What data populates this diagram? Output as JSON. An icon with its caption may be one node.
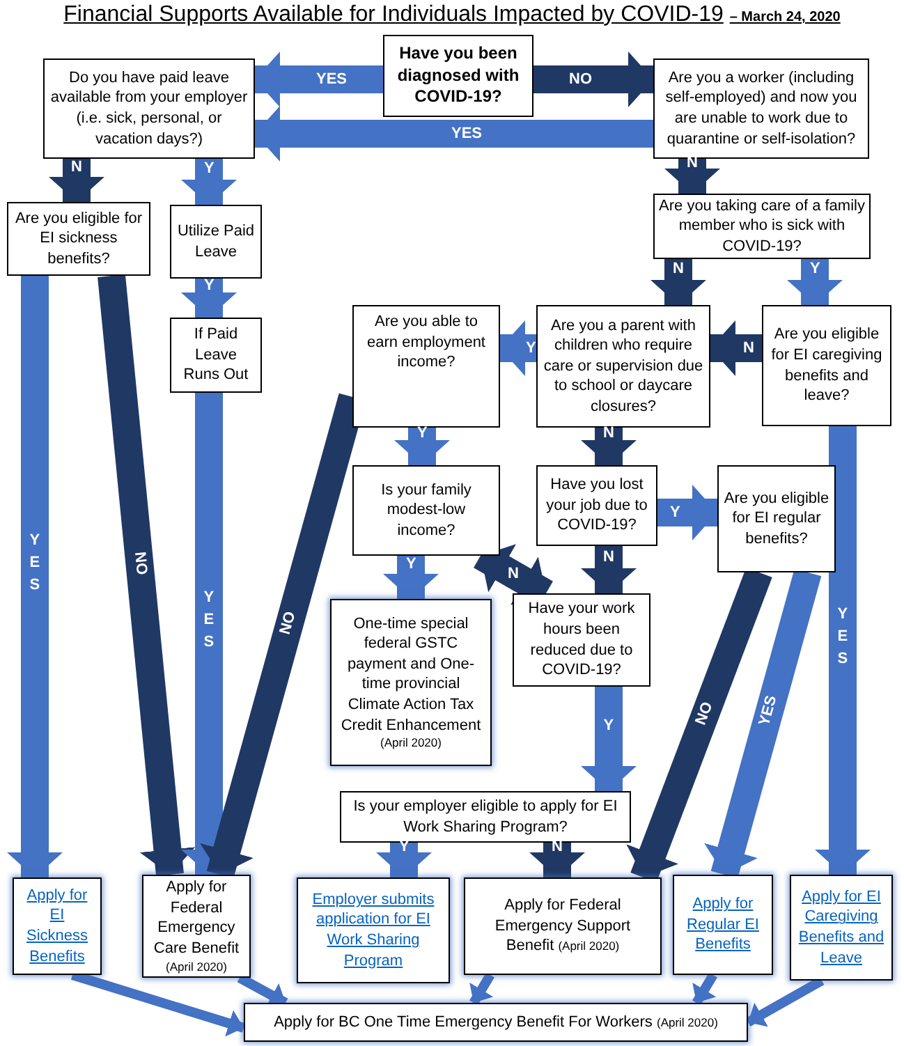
{
  "diagram": {
    "title": "Financial Supports Available for Individuals Impacted by COVID-19",
    "nodes": [
      {
        "text": [
          "Have you been diagnosed with COVID-19?"
        ]
      },
      {
        "text": [
          "Do you have paid leave available from your employer (i.e. sick, personal, or vacation days?)"
        ]
      },
      {
        "text": [
          "Are you a worker (including self-employed) and now you are unable to work due to quarantine or self-isolation?"
        ]
      },
      {
        "text": [
          "Are you eligible for EI sickness benefits?"
        ]
      },
      {
        "text": [
          "Utilize Paid Leave"
        ]
      },
      {
        "text": [
          "If Paid Leave Runs Out"
        ]
      },
      {
        "text": [
          "Are you taking care of a family member who is sick with COVID-19?"
        ]
      },
      {
        "text": [
          "Are you able to earn employment income?"
        ]
      },
      {
        "text": [
          "Are you a parent with children who require care or supervision due to school or daycare closures?"
        ]
      },
      {
        "text": [
          "Are you eligible for EI caregiving benefits and leave?"
        ]
      },
      {
        "text": [
          "Is your family modest-low income?"
        ]
      },
      {
        "text": [
          "Have you lost your job due to COVID-19?"
        ]
      },
      {
        "text": [
          "Are you eligible for EI regular benefits?"
        ]
      },
      {
        "text": [
          "One-time special federal GSTC payment and One-time provincial Climate Action Tax Credit Enhancement",
          "(April 2020)"
        ]
      },
      {
        "text": [
          "Have your work hours been reduced due to COVID-19?"
        ]
      },
      {
        "text": [
          "Is your employer eligible to apply for EI Work Sharing Program?"
        ]
      },
      {
        "text": [
          "Apply for EI Sickness Benefits"
        ]
      },
      {
        "text": [
          "Apply for Federal Emergency Care Benefit",
          "(April 2020)"
        ]
      },
      {
        "text": [
          "Employer submits application for EI Work Sharing Program"
        ]
      },
      {
        "text": [
          "Apply for Federal Emergency Support Benefit",
          "(April 2020)"
        ]
      },
      {
        "text": [
          "Apply for Regular EI Benefits"
        ]
      },
      {
        "text": [
          "Apply for EI Caregiving Benefits and Leave"
        ]
      },
      {
        "text": [
          "Apply for BC One Time Emergency Benefit For Workers",
          "(April 2020)"
        ]
      }
    ],
    "edges": [
      {
        "from": 0,
        "to": 1,
        "arrow": "to",
        "label": "YES"
      },
      {
        "from": 0,
        "to": 2,
        "arrow": "to",
        "label": "NO",
        "color": "#203864"
      },
      {
        "from": 2,
        "to": 1,
        "arrow": "to",
        "label": "YES"
      },
      {
        "from": 1,
        "to": 3,
        "arrow": "to",
        "label": "N",
        "color": "#203864"
      },
      {
        "from": 1,
        "to": 4,
        "arrow": "to",
        "label": "Y"
      },
      {
        "from": 2,
        "to": 6,
        "arrow": "to",
        "label": "N",
        "color": "#203864"
      },
      {
        "from": 3,
        "to": 16,
        "arrow": "to",
        "label": "YES"
      },
      {
        "from": 3,
        "to": 17,
        "arrow": "to",
        "label": "NO",
        "color": "#203864"
      },
      {
        "from": 4,
        "to": 5,
        "arrow": "to",
        "label": "Y"
      },
      {
        "from": 5,
        "to": 17,
        "arrow": "to",
        "label": "YES"
      },
      {
        "from": 6,
        "to": 8,
        "arrow": "to",
        "label": "N",
        "color": "#203864"
      },
      {
        "from": 6,
        "to": 9,
        "arrow": "to",
        "label": "Y"
      },
      {
        "from": 9,
        "to": 8,
        "arrow": "to",
        "label": "N",
        "color": "#203864"
      },
      {
        "from": 8,
        "to": 7,
        "arrow": "to",
        "label": "Y"
      },
      {
        "from": 7,
        "to": 10,
        "arrow": "to",
        "label": "Y"
      },
      {
        "from": 8,
        "to": 11,
        "arrow": "to",
        "label": "N",
        "color": "#203864"
      },
      {
        "from": 7,
        "to": 17,
        "arrow": "to",
        "label": "NO",
        "color": "#203864"
      },
      {
        "from": 9,
        "to": 21,
        "arrow": "to",
        "label": "YES"
      },
      {
        "from": 10,
        "to": 13,
        "arrow": "to",
        "label": "Y"
      },
      {
        "from": 10,
        "to": 14,
        "arrow": "both",
        "label": "N",
        "color": "#203864"
      },
      {
        "from": 11,
        "to": 12,
        "arrow": "to",
        "label": "Y"
      },
      {
        "from": 11,
        "to": 14,
        "arrow": "to",
        "label": "N",
        "color": "#203864"
      },
      {
        "from": 12,
        "to": 19,
        "arrow": "to",
        "label": "NO",
        "color": "#203864"
      },
      {
        "from": 12,
        "to": 20,
        "arrow": "to",
        "label": "YES"
      },
      {
        "from": 14,
        "to": 15,
        "arrow": "to",
        "label": "Y"
      },
      {
        "from": 15,
        "to": 18,
        "arrow": "to",
        "label": "Y"
      },
      {
        "from": 15,
        "to": 19,
        "arrow": "to",
        "label": "N",
        "color": "#203864"
      },
      {
        "from": 16,
        "to": 22,
        "arrow": "to"
      },
      {
        "from": 17,
        "to": 22,
        "arrow": "to"
      },
      {
        "from": 19,
        "to": 22,
        "arrow": "to"
      },
      {
        "from": 20,
        "to": 22,
        "arrow": "to"
      },
      {
        "from": 21,
        "to": 22,
        "arrow": "to"
      }
    ],
    "labels": [
      "– March 24, 2020"
    ]
  }
}
